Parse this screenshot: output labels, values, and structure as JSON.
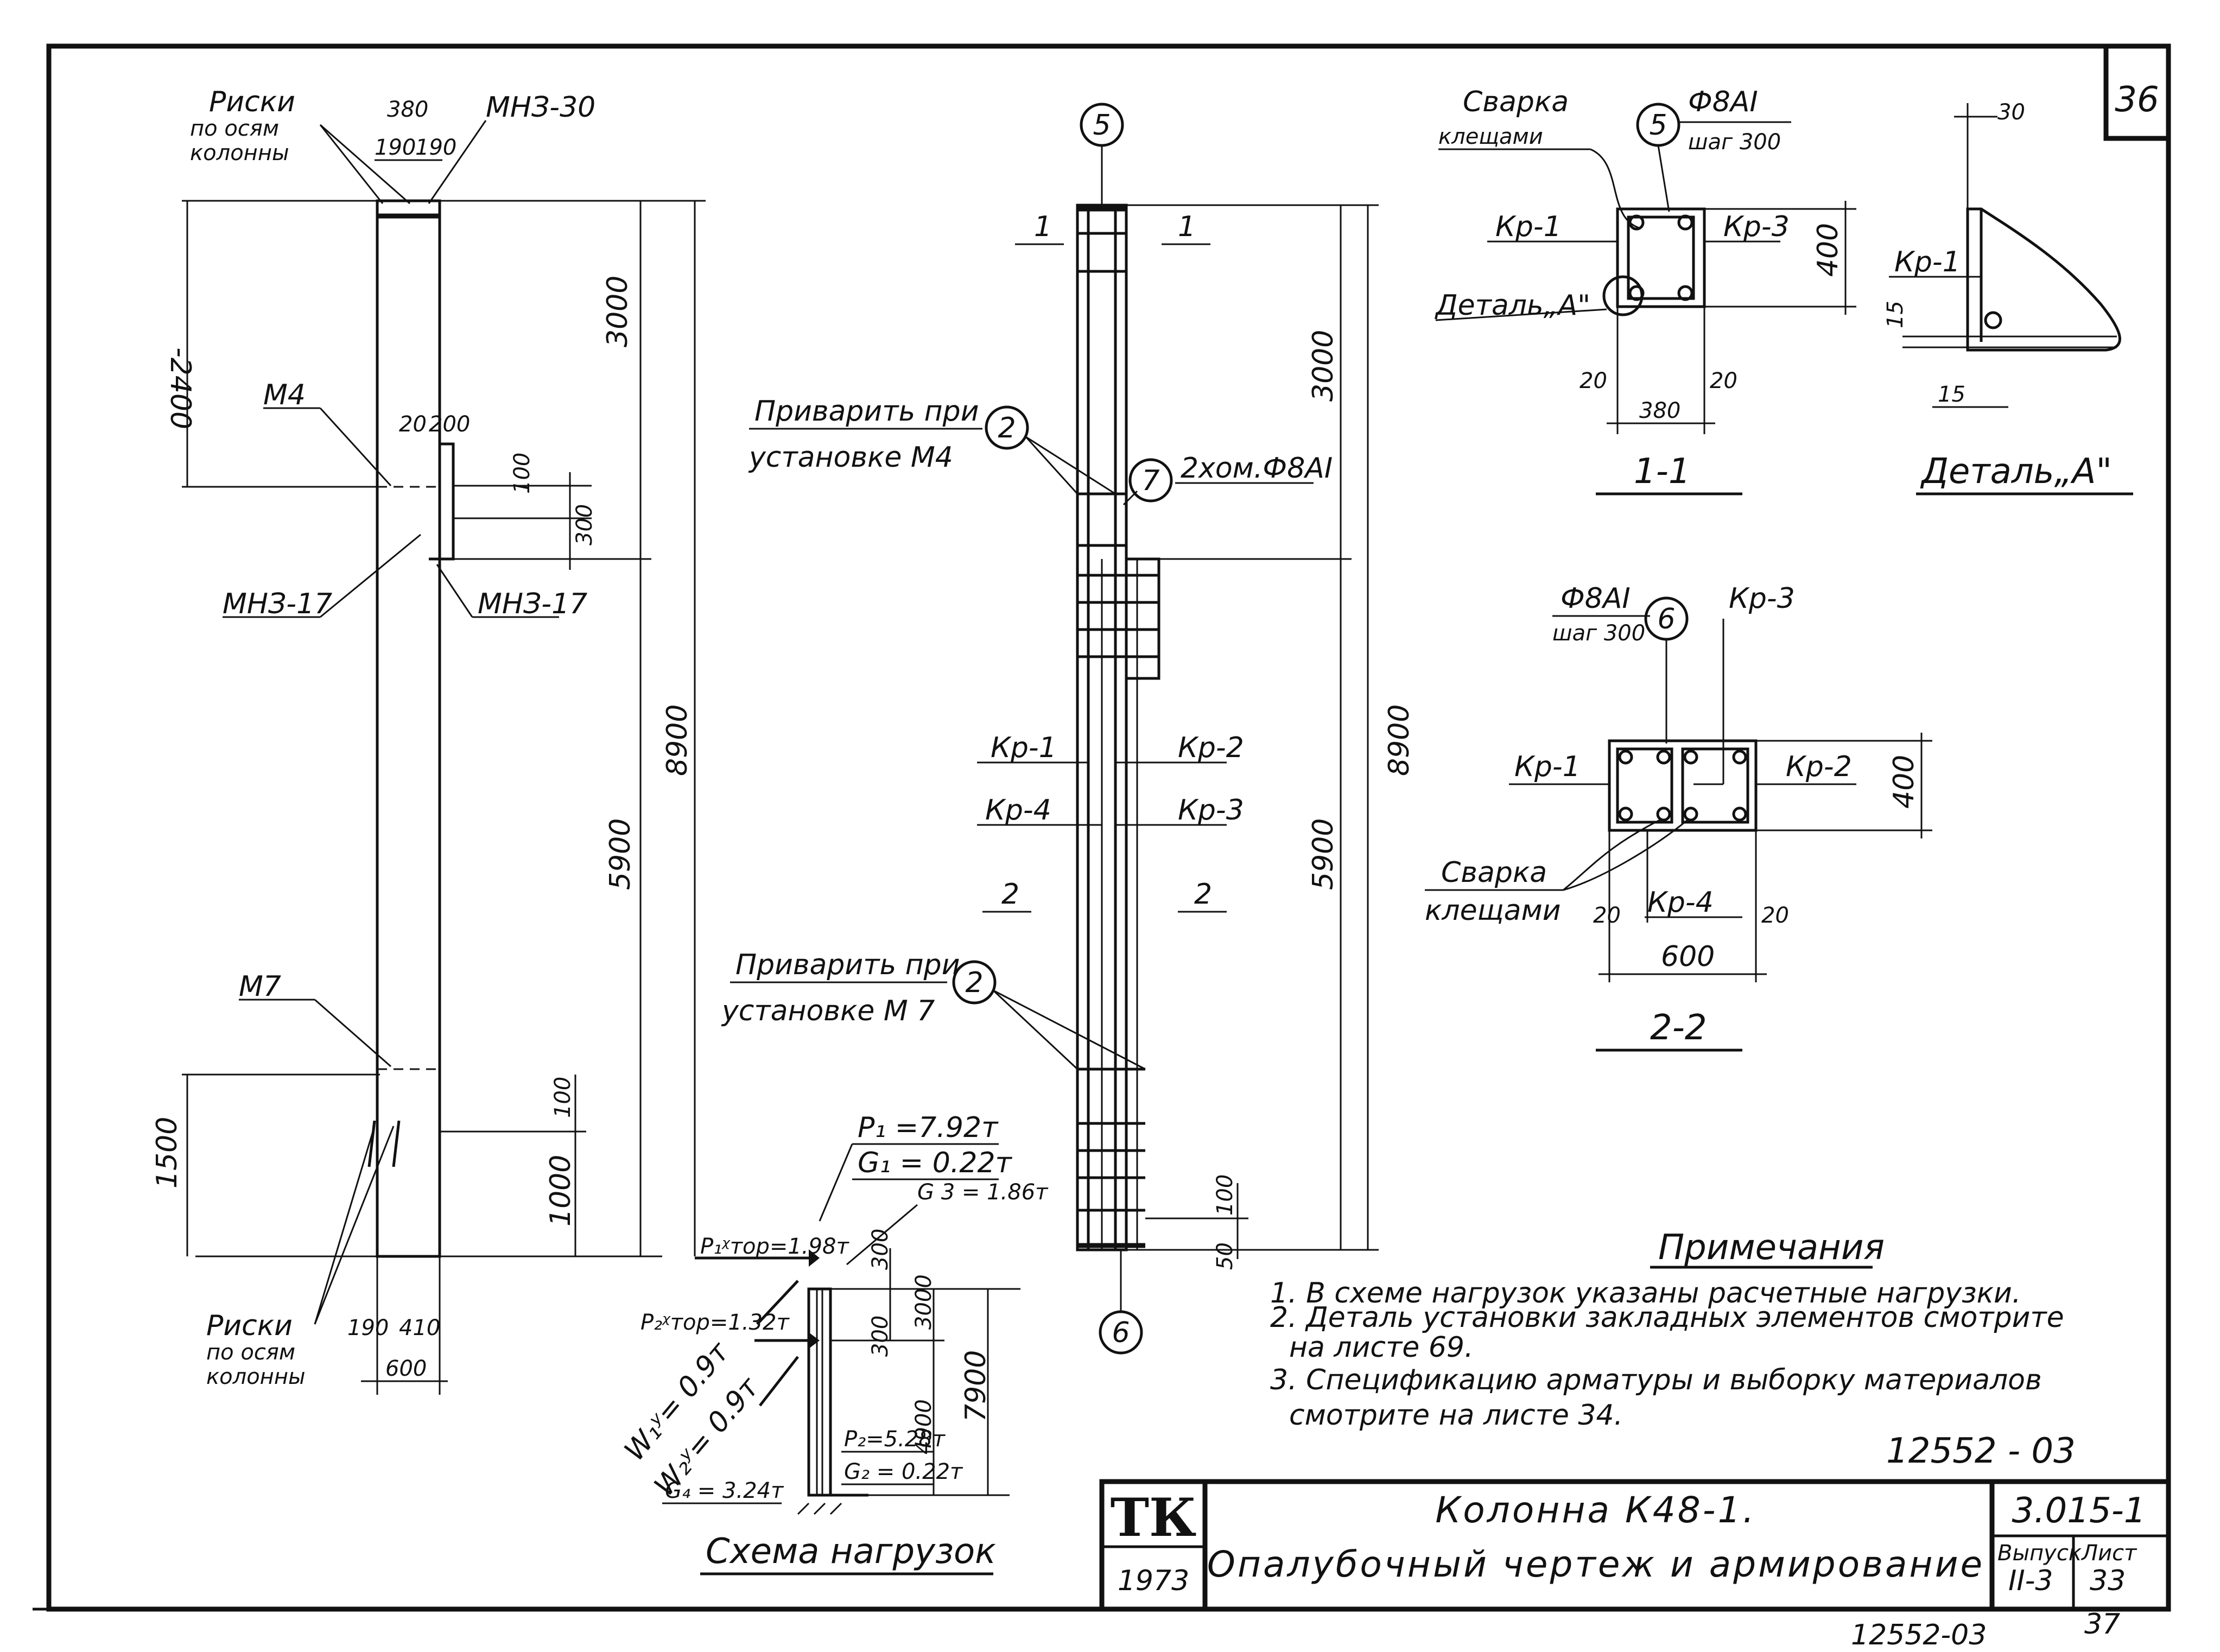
{
  "sheet_number_box": "36",
  "column_elevation": {
    "risks_top": [
      "Риски",
      "по осям",
      "колонны"
    ],
    "dim_380": "380",
    "dim_190a": "190",
    "dim_190b": "190",
    "mark_mn3_30": "МНЗ-30",
    "dim_2400": "-2400",
    "m4": "М4",
    "dim_20": "20",
    "dim_200": "200",
    "dim_100": "100",
    "dim_300": "300",
    "mn3_17_left": "МНЗ-17",
    "mn3_17_right": "МНЗ-17",
    "dim_3000": "3000",
    "dim_8900": "8900",
    "dim_5900": "5900",
    "m7": "М7",
    "dim_1500": "1500",
    "dim_100b": "100",
    "dim_1000": "1000",
    "risks_bottom": [
      "Риски",
      "по осям",
      "колонны"
    ],
    "dim_190c": "190",
    "dim_410": "410",
    "dim_600": "600"
  },
  "reinforcement": {
    "mark_5": "5",
    "mark_6": "6",
    "mark_2a": "2",
    "mark_2b": "2",
    "mark_7": "7",
    "sec_1a": "1",
    "sec_1b": "1",
    "sec_2a": "2",
    "sec_2b": "2",
    "weld_m4": [
      "Приварить при",
      "установке М4"
    ],
    "weld_m7": [
      "Приварить при",
      "установке М 7"
    ],
    "clamp": "2хом.Ф8АI",
    "kr1": "Кр-1",
    "kr2": "Кр-2",
    "kr3": "Кр-3",
    "kr4": "Кр-4",
    "dim_3000": "3000",
    "dim_8900": "8900",
    "dim_5900": "5900",
    "dim_100": "100",
    "dim_50": "50"
  },
  "section_1_1": {
    "weld": [
      "Сварка",
      "клещами"
    ],
    "mark_5": "5",
    "bar": "Ф8АI",
    "step": "шаг 300",
    "kr1": "Кр-1",
    "kr3": "Кр-3",
    "detail": "Деталь„А\"",
    "dim_400": "400",
    "dim_20a": "20",
    "dim_20b": "20",
    "dim_380": "380",
    "title": "1-1"
  },
  "detail_a": {
    "dim_30": "30",
    "kr1": "Кр-1",
    "dim_15a": "15",
    "dim_15b": "15",
    "title": "Деталь„А\""
  },
  "section_2_2": {
    "bar": "Ф8АI",
    "step": "шаг 300",
    "mark_6": "6",
    "kr3": "Кр-3",
    "kr1": "Кр-1",
    "kr2": "Кр-2",
    "dim_400": "400",
    "weld": [
      "Сварка",
      "клещами"
    ],
    "dim_20a": "20",
    "kr4": "Кр-4",
    "dim_20b": "20",
    "dim_600": "600",
    "title": "2-2"
  },
  "load_scheme": {
    "p1": "P₁ =7.92т",
    "g1": "G₁ = 0.22т",
    "g3": "G 3 = 1.86т",
    "ptop1": "P₁ᵡтор=1.98т",
    "ptop2": "P₂ᵡтор=1.32т",
    "w1": "W₁ʸ= 0.9т",
    "w2": "W₂ʸ= 0.9т",
    "p2": "P₂=5.28т",
    "g2": "G₂ = 0.22т",
    "g4": "G₄ = 3.24т",
    "dim_300a": "300",
    "dim_300b": "300",
    "dim_3000": "3000",
    "dim_4900": "4900",
    "dim_7900": "7900",
    "title": "Схема нагрузок"
  },
  "notes": {
    "title": "Примечания",
    "lines": [
      "1. В схеме нагрузок указаны расчетные нагрузки.",
      "2. Деталь установки закладных элементов смотрите",
      "на листе 69.",
      "3. Спецификацию арматуры и выборку материалов",
      "смотрите на листе 34."
    ]
  },
  "stamp": {
    "code_above": "12552 - 03",
    "logo": "ТК",
    "year": "1973",
    "title_line1": "Колонна К48-1.",
    "title_line2": "Опалубочный чертеж и армирование",
    "series": "3.015-1",
    "issue_label": "Выпуск",
    "issue": "II-3",
    "sheet_label": "Лист",
    "sheet": "33"
  },
  "footer": {
    "code": "12552-03",
    "page": "37"
  }
}
